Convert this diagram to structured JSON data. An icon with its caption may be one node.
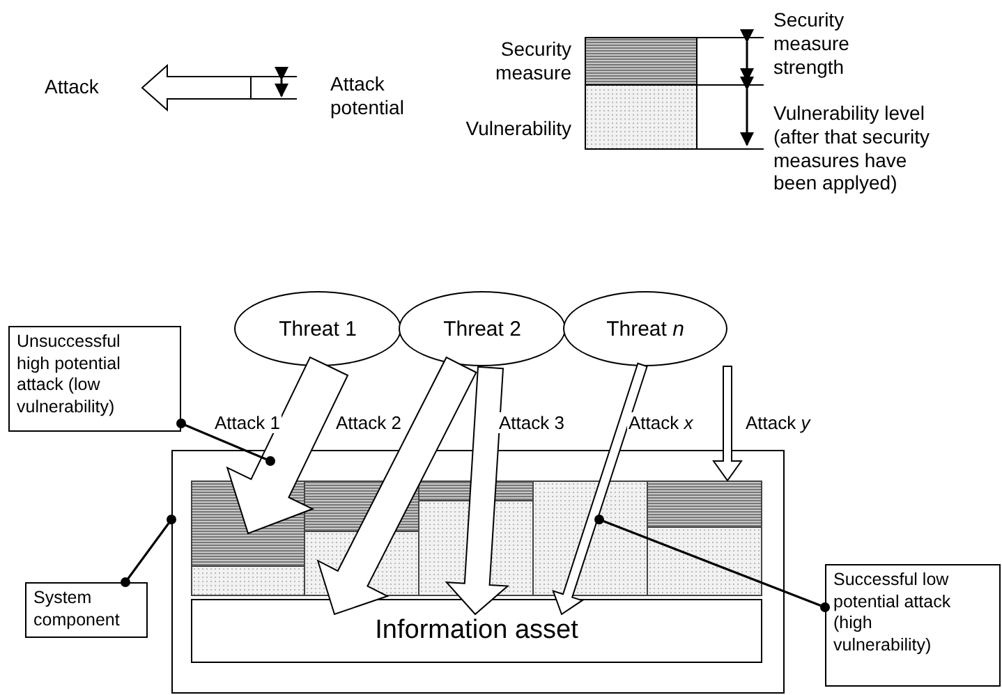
{
  "diagram": {
    "nodes": [
      {
        "text": [
          "Threat 1"
        ]
      },
      {
        "text": [
          "Threat 2"
        ]
      },
      {
        "text": [
          "Threat *n*"
        ]
      },
      {
        "text": [
          "Unsuccessful high potential attack (low vulnerability)"
        ]
      },
      {
        "text": [],
        "shape": "box"
      },
      {
        "text": [],
        "shape": "bar",
        "in": 4
      },
      {
        "text": [],
        "shape": "bar",
        "in": 4
      },
      {
        "text": [],
        "shape": "bar",
        "in": 4
      },
      {
        "text": [],
        "shape": "bar",
        "in": 4
      },
      {
        "text": [],
        "shape": "bar",
        "in": 4
      },
      {
        "text": [
          "Information asset"
        ],
        "in": 4
      },
      {
        "text": [
          "System component"
        ]
      },
      {
        "text": [
          "Successful low potential attack (high vulnerability)"
        ]
      }
    ],
    "edges": [
      {
        "from": 0,
        "to": 5,
        "arrow": "to",
        "label": "Attack 1"
      },
      {
        "from": 1,
        "to": 10,
        "arrow": "to",
        "label": "Attack 2"
      },
      {
        "from": 1,
        "to": 10,
        "arrow": "to",
        "label": "Attack 3"
      },
      {
        "from": 2,
        "to": 10,
        "arrow": "to",
        "label": "Attack *x*"
      },
      {
        "from": 2,
        "to": 9,
        "arrow": "to",
        "label": "Attack *y*"
      },
      {
        "from": 3,
        "to": 4,
        "arrow": "other"
      },
      {
        "from": 11,
        "to": 4,
        "arrow": "other"
      },
      {
        "from": 12,
        "to": 8,
        "arrow": "other"
      }
    ],
    "labels": [
      "Attack",
      "Attack potential",
      "Security measure",
      "Security measure strength",
      "Vulnerability",
      "Vulnerability level (after that security measures have been applyed)"
    ]
  }
}
